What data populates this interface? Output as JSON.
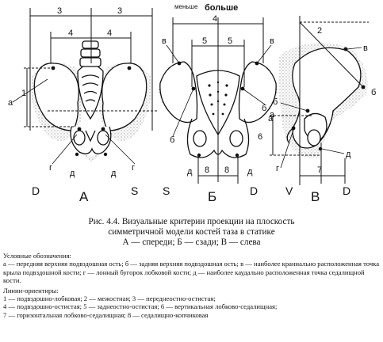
{
  "figure": {
    "top_labels": {
      "smaller": "меньше",
      "larger": "больше"
    },
    "views": [
      {
        "id": "A",
        "letter": "А",
        "left_side": "D",
        "right_side": "S"
      },
      {
        "id": "B",
        "letter": "Б",
        "left_side": "S",
        "right_side": "D"
      },
      {
        "id": "V",
        "letter": "В",
        "left_side": "V",
        "right_side": "D"
      }
    ],
    "line_numbers": {
      "A": [
        "3",
        "3",
        "4",
        "4",
        "1"
      ],
      "B": [
        "4",
        "5",
        "5",
        "8",
        "8"
      ],
      "V": [
        "2",
        "6",
        "7"
      ]
    },
    "point_letters": {
      "A": [
        "а",
        "г",
        "д",
        "д",
        "г"
      ],
      "B": [
        "в",
        "в",
        "б",
        "б",
        "а",
        "д",
        "д"
      ],
      "V": [
        "в",
        "б",
        "б",
        "а",
        "г",
        "д"
      ]
    }
  },
  "caption": {
    "line1": "Рис. 4.4. Визуальные критерии проекции на плоскость",
    "line2": "симметричной модели костей таза в статике",
    "line3": "А — спереди; Б — сзади; В — слева"
  },
  "legend": {
    "title": "Условные обозначения:",
    "text": "а — передняя верхняя подвздошная ость; б — задняя верхняя подвздошная ость; в — наиболее краниально расположенная точка крыла подвздошной кости; г — лонный бугорок лобковой кости; д — наиболее каудально расположенная точка седалищной кости.",
    "lines_title": "Линии-ориентиры:",
    "lines": [
      "1 — подвздошно-лобковая; 2 — межостная; 3 — переднеостно-остистая;",
      "4 — подвздошно-остистая; 5 — заднеостно-остистая; 6 — вертикальная лобково-седалищная;",
      "7 — горизонтальная лобково-седалищная; 8 — седалищно-копчиковая"
    ]
  }
}
